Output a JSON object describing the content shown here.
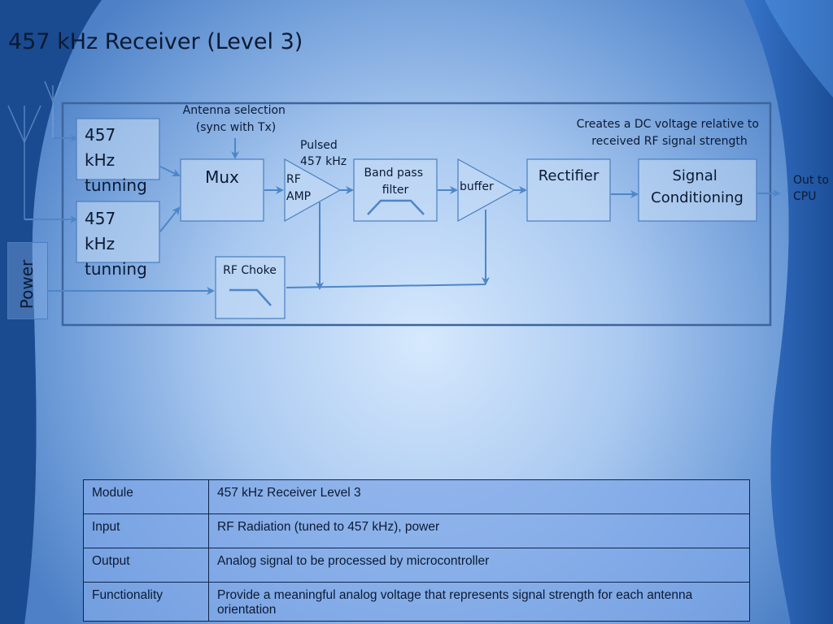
{
  "slide": {
    "title": "457 kHz Receiver (Level 3)"
  },
  "colors": {
    "background_dark": "#1d4f96",
    "background_light": "#d3e6fb",
    "block_border": "#4a7ec0",
    "arrow": "#4d86c8",
    "text": "#0b1a33"
  },
  "diagram": {
    "power_label": "Power",
    "tuning_top": [
      "457",
      "kHz",
      "tunning"
    ],
    "tuning_bottom": [
      "457",
      "kHz",
      "tunning"
    ],
    "antenna_selection": [
      "Antenna selection",
      "(sync with Tx)"
    ],
    "mux_label": "Mux",
    "pulsed_label": [
      "Pulsed",
      "457 kHz"
    ],
    "rf_amp_label": [
      "RF",
      "AMP"
    ],
    "band_pass_label": [
      "Band pass",
      "filter"
    ],
    "buffer_label": "buffer",
    "rectifier_label": "Rectifier",
    "dc_note": [
      "Creates a DC voltage relative to",
      "received RF signal strength"
    ],
    "signal_conditioning_label": [
      "Signal",
      "Conditioning"
    ],
    "out_label": [
      "Out to",
      "CPU"
    ],
    "rf_choke_label": "RF Choke"
  },
  "table": [
    {
      "key": "Module",
      "value": "457 kHz Receiver Level 3"
    },
    {
      "key": "Input",
      "value": "RF Radiation (tuned to 457 kHz), power"
    },
    {
      "key": "Output",
      "value": "Analog signal to be processed by microcontroller"
    },
    {
      "key": "Functionality",
      "value": "Provide a meaningful analog voltage that represents signal strength for each antenna orientation"
    }
  ]
}
